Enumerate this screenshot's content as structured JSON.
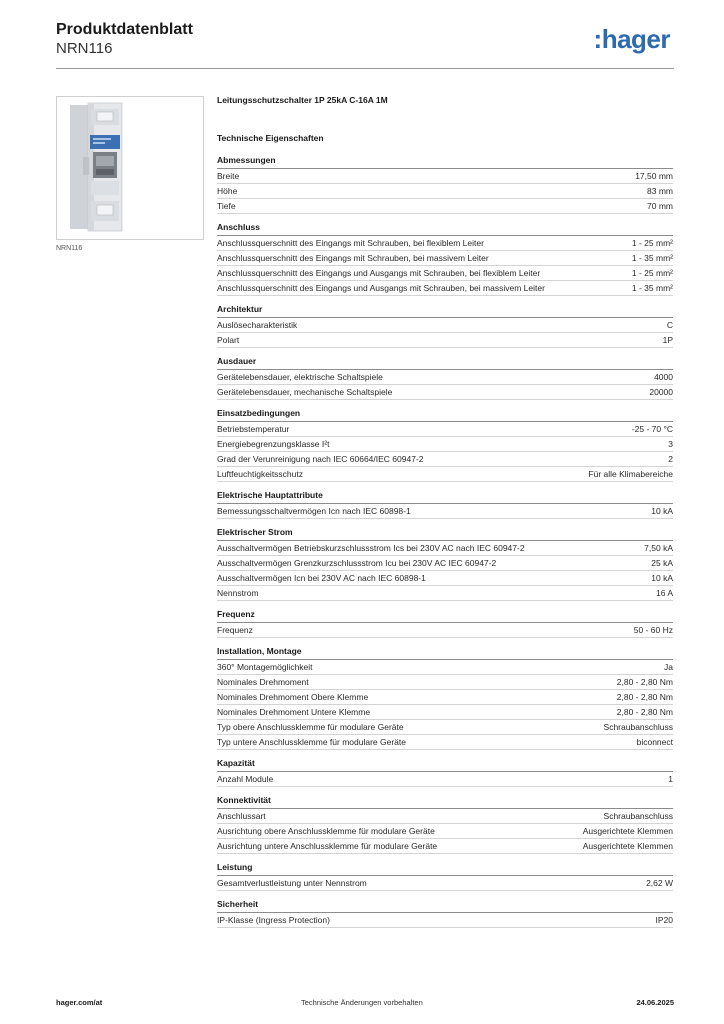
{
  "header": {
    "title": "Produktdatenblatt",
    "subtitle": "NRN116",
    "logo": ":hager"
  },
  "image_caption": "NRN116",
  "product_name": "Leitungsschutzschalter 1P 25kA C-16A 1M",
  "tech_title": "Technische Eigenschaften",
  "sections": [
    {
      "title": "Abmessungen",
      "rows": [
        {
          "k": "Breite",
          "v": "17,50 mm"
        },
        {
          "k": "Höhe",
          "v": "83 mm"
        },
        {
          "k": "Tiefe",
          "v": "70 mm"
        }
      ]
    },
    {
      "title": "Anschluss",
      "rows": [
        {
          "k": "Anschlussquerschnitt des Eingangs mit Schrauben, bei flexiblem Leiter",
          "v": "1 - 25 mm²"
        },
        {
          "k": "Anschlussquerschnitt des Eingangs mit Schrauben, bei massivem Leiter",
          "v": "1 - 35 mm²"
        },
        {
          "k": "Anschlussquerschnitt des Eingangs und Ausgangs mit Schrauben, bei flexiblem Leiter",
          "v": "1 - 25 mm²"
        },
        {
          "k": "Anschlussquerschnitt des Eingangs und Ausgangs mit Schrauben, bei massivem Leiter",
          "v": "1 - 35 mm²"
        }
      ]
    },
    {
      "title": "Architektur",
      "rows": [
        {
          "k": "Auslösecharakteristik",
          "v": "C"
        },
        {
          "k": "Polart",
          "v": "1P"
        }
      ]
    },
    {
      "title": "Ausdauer",
      "rows": [
        {
          "k": "Gerätelebensdauer, elektrische Schaltspiele",
          "v": "4000"
        },
        {
          "k": "Gerätelebensdauer, mechanische Schaltspiele",
          "v": "20000"
        }
      ]
    },
    {
      "title": "Einsatzbedingungen",
      "rows": [
        {
          "k": "Betriebstemperatur",
          "v": "-25 - 70 °C"
        },
        {
          "k": "Energiebegrenzungsklasse I²t",
          "v": "3"
        },
        {
          "k": "Grad der Verunreinigung nach IEC 60664/IEC 60947-2",
          "v": "2"
        },
        {
          "k": "Luftfeuchtigkeitsschutz",
          "v": "Für alle Klimabereiche"
        }
      ]
    },
    {
      "title": "Elektrische Hauptattribute",
      "rows": [
        {
          "k": "Bemessungsschaltvermögen Icn nach IEC 60898-1",
          "v": "10 kA"
        }
      ]
    },
    {
      "title": "Elektrischer Strom",
      "rows": [
        {
          "k": "Ausschaltvermögen Betriebskurzschlussstrom Ics bei 230V AC nach IEC 60947-2",
          "v": "7,50 kA"
        },
        {
          "k": "Ausschaltvermögen Grenzkurzschlussstrom Icu bei 230V AC IEC 60947-2",
          "v": "25 kA"
        },
        {
          "k": "Ausschaltvermögen Icn bei 230V AC nach IEC 60898-1",
          "v": "10 kA"
        },
        {
          "k": "Nennstrom",
          "v": "16 A"
        }
      ]
    },
    {
      "title": "Frequenz",
      "rows": [
        {
          "k": "Frequenz",
          "v": "50 - 60 Hz"
        }
      ]
    },
    {
      "title": "Installation, Montage",
      "rows": [
        {
          "k": "360° Montagemöglichkeit",
          "v": "Ja"
        },
        {
          "k": "Nominales Drehmoment",
          "v": "2,80 - 2,80 Nm"
        },
        {
          "k": "Nominales Drehmoment Obere Klemme",
          "v": "2,80 - 2,80 Nm"
        },
        {
          "k": "Nominales Drehmoment Untere Klemme",
          "v": "2,80 - 2,80 Nm"
        },
        {
          "k": "Typ obere Anschlussklemme für modulare Geräte",
          "v": "Schraubanschluss"
        },
        {
          "k": "Typ untere Anschlussklemme für modulare Geräte",
          "v": "biconnect"
        }
      ]
    },
    {
      "title": "Kapazität",
      "rows": [
        {
          "k": "Anzahl Module",
          "v": "1"
        }
      ]
    },
    {
      "title": "Konnektivität",
      "rows": [
        {
          "k": "Anschlussart",
          "v": "Schraubanschluss"
        },
        {
          "k": "Ausrichtung obere Anschlussklemme für modulare Geräte",
          "v": "Ausgerichtete Klemmen"
        },
        {
          "k": "Ausrichtung untere Anschlussklemme für modulare Geräte",
          "v": "Ausgerichtete Klemmen"
        }
      ]
    },
    {
      "title": "Leistung",
      "rows": [
        {
          "k": "Gesamtverlustleistung unter Nennstrom",
          "v": "2,62 W"
        }
      ]
    },
    {
      "title": "Sicherheit",
      "rows": [
        {
          "k": "IP-Klasse (Ingress Protection)",
          "v": "IP20"
        }
      ]
    }
  ],
  "footer": {
    "left": "hager.com/at",
    "center": "Technische Änderungen vorbehalten",
    "right": "24.06.2025"
  },
  "colors": {
    "brand": "#2d6ab0"
  }
}
